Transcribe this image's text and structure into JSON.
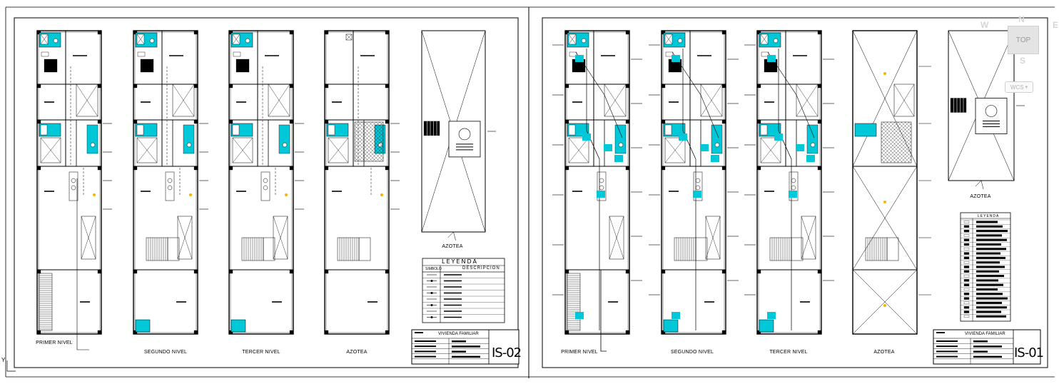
{
  "sheets": [
    {
      "levels": [
        "PRIMER NIVEL",
        "SEGUNDO NIVEL",
        "TERCER NIVEL",
        "AZOTEA"
      ],
      "roof_label": "AZOTEA",
      "legend": {
        "title": "LEYENDA",
        "col1": "SIMBOLO",
        "col2": "DESCRIPCION"
      },
      "title_block": {
        "project": "VIVIENDA FAMILIAR",
        "code": "IS-02"
      }
    },
    {
      "levels": [
        "PRIMER NIVEL",
        "SEGUNDO NIVEL",
        "TERCER NIVEL",
        "AZOTEA"
      ],
      "roof_label": "AZOTEA",
      "legend": {
        "title": "LEYENDA"
      },
      "title_block": {
        "project": "VIVIENDA FAMILIAR",
        "code": "IS-01"
      }
    }
  ],
  "viewcube": {
    "face": "TOP",
    "north": "N",
    "west": "W",
    "east": "E",
    "south": "S",
    "wcs": "WCS"
  },
  "ucs_label": "Y",
  "colors": {
    "accent": "#00c8d8",
    "line": "#000000",
    "fixture": "#ffb000"
  }
}
